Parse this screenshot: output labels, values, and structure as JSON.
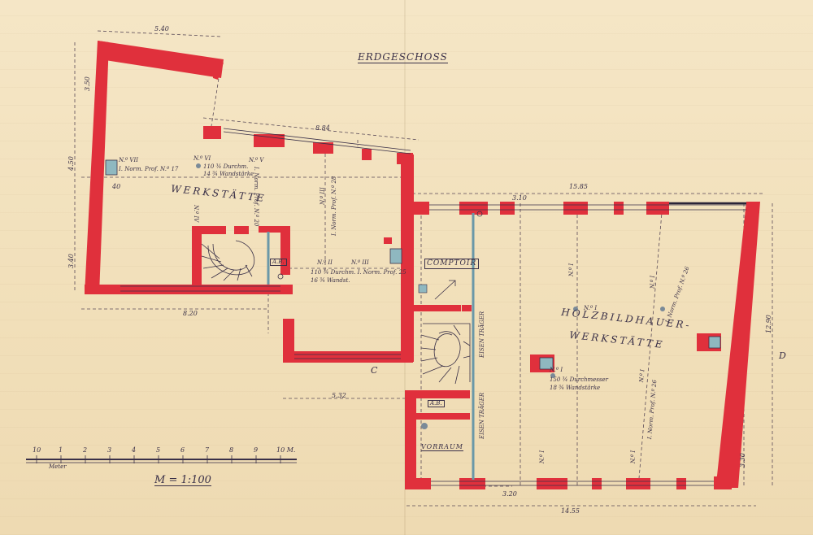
{
  "title": "ERDGESCHOSS",
  "scale_label": "M = 1:100",
  "scale_bar": {
    "ticks": [
      "10",
      "1",
      "2",
      "3",
      "4",
      "5",
      "6",
      "7",
      "8",
      "9",
      "10 M."
    ],
    "unit_label": "Meter"
  },
  "rooms": {
    "werkstatte_left": "WERKSTÄTTE",
    "comptoir": "COMPTOIR",
    "holzbildhauer_1": "HOLZBILDHAUER-",
    "holzbildhauer_2": "WERKSTÄTTE",
    "wc": "A.B.",
    "wc2": "A.B.",
    "vorraum": "VORRAUM"
  },
  "notes": {
    "n7_a": "N.º VII",
    "n7_b": "I. Norm. Prof. N.º 17",
    "n6_a": "N.º VI",
    "n6_b": "110 ¾ Durchm.",
    "n6_c": "14 ¾ Wandstärke",
    "n5_a": "N.º V",
    "n5_b": "I. Norm. Prof. N.º 20",
    "n4": "N.º IV",
    "n3": "N.º III",
    "n3_b": "I. Norm. Prof. N.º 28",
    "n2_a": "N.º II",
    "n2_b": "N.º III",
    "n2_c": "110 ¾ Durchm. I. Norm. Prof. 25",
    "n2_d": "16 ¾ Wandst.",
    "n1_a": "N.º I",
    "n1_b": "N.º I",
    "n1_c": "N.º I",
    "n1_d": "I. Norm. Prof. N.º 26",
    "n1_e": "N.º I",
    "n1_f": "150 ¾ Durchmesser",
    "n1_g": "18 ¾ Wandstärke",
    "n1_h": "N.º I",
    "n1_i": "I. Norm. Prof. N.º 26",
    "n1_j": "N.º I",
    "n1_k": "N.º I",
    "beam_a": "EISEN TRÄGER",
    "beam_b": "EISEN TRÄGER"
  },
  "dimensions": {
    "d_top": "5.40",
    "d_mid": "8.84",
    "d_right_top": "15.85",
    "d_right_sub": "3.10",
    "d_left_bot": "8.20",
    "d_mid_bot": "5.32",
    "d_bot": "14.55",
    "d_bot_sub": "3.20",
    "d_left_side": "4.50",
    "d_left_side2": "3.40",
    "d_right_side": "12.90",
    "d_right_side2": "3.30",
    "d_left_top_side": "3.50",
    "mark_c": "C",
    "mark_d": "D",
    "mark_40": "40"
  },
  "colors": {
    "wall": "#e0303c",
    "ink": "#3a3048",
    "pillar": "#8fb8c0"
  }
}
